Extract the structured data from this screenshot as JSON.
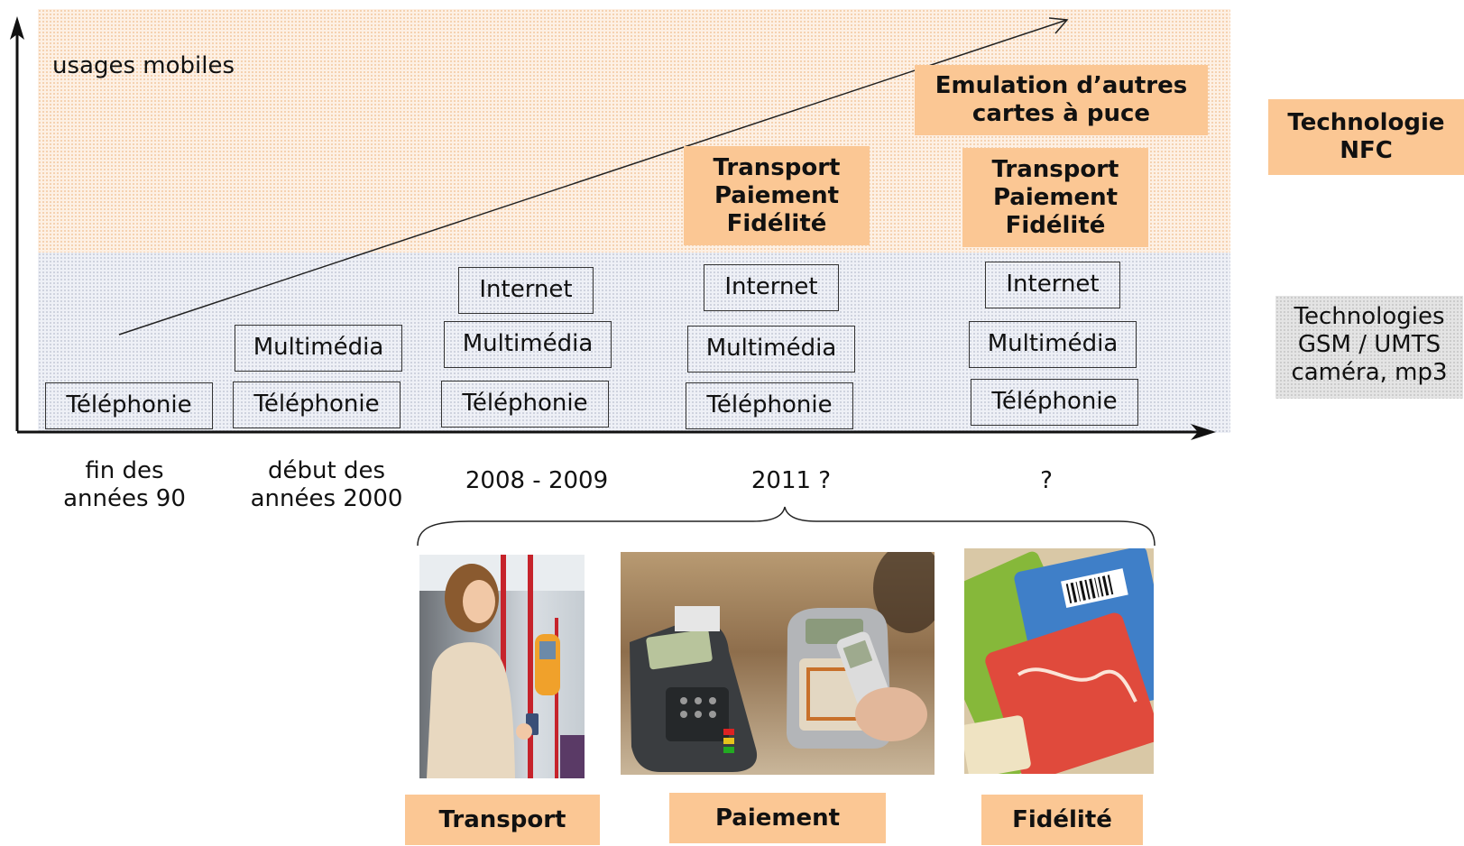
{
  "diagram": {
    "y_axis_label": "usages mobiles",
    "side_labels": {
      "nfc": "Technologie\nNFC",
      "gsm": "Technologies\nGSM / UMTS\ncaméra, mp3"
    },
    "periods": [
      {
        "label": "fin des\nannées 90",
        "services": [
          "Téléphonie"
        ]
      },
      {
        "label": "début des\nannées 2000",
        "services": [
          "Multimédia",
          "Téléphonie"
        ]
      },
      {
        "label": "2008 - 2009",
        "services": [
          "Internet",
          "Multimédia",
          "Téléphonie"
        ]
      },
      {
        "label": "2011 ?",
        "services": [
          "Internet",
          "Multimédia",
          "Téléphonie"
        ],
        "nfc_services": "Transport\nPaiement\nFidélité"
      },
      {
        "label": "?",
        "services": [
          "Internet",
          "Multimédia",
          "Téléphonie"
        ],
        "nfc_services": "Transport\nPaiement\nFidélité",
        "extra": "Emulation d’autres\ncartes à puce"
      }
    ],
    "illustrations": [
      {
        "caption": "Transport",
        "icon": "bus-passenger-nfc-photo"
      },
      {
        "caption": "Paiement",
        "icon": "payment-terminal-photo"
      },
      {
        "caption": "Fidélité",
        "icon": "loyalty-cards-photo"
      }
    ],
    "colors": {
      "nfc_band": "#fbc794",
      "box_border": "#333333"
    }
  }
}
